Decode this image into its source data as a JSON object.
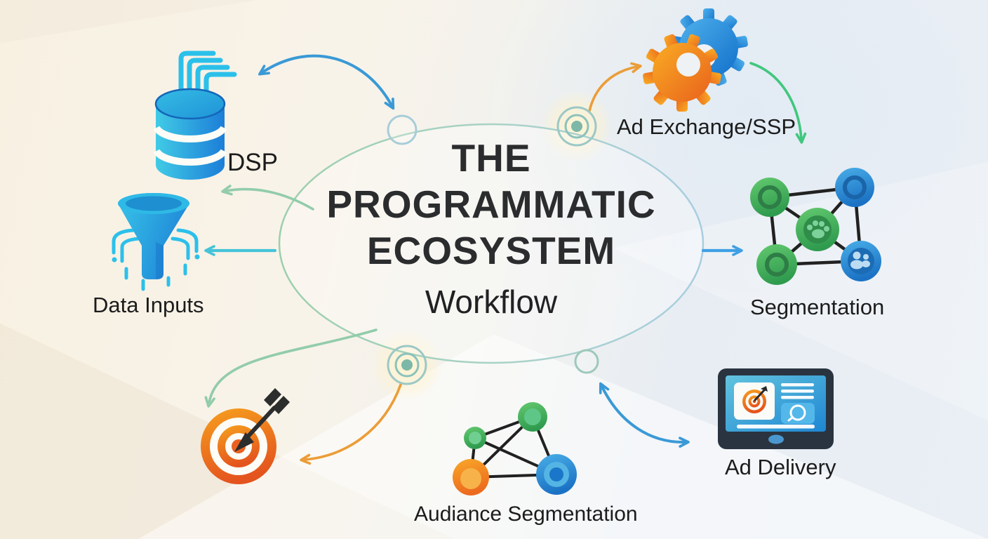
{
  "title": {
    "line1": "THE",
    "line2": "PROGRAMMATIC",
    "line3": "ECOSYSTEM",
    "subtitle": "Workflow"
  },
  "nodes": {
    "dsp": {
      "label": "DSP",
      "icon": "database-icon"
    },
    "data_inputs": {
      "label": "Data Inputs",
      "icon": "funnel-icon"
    },
    "ad_exchange": {
      "label": "Ad Exchange/SSP",
      "icon": "gears-icon"
    },
    "segmentation": {
      "label": "Segmentation",
      "icon": "network-nodes-icon"
    },
    "targeting": {
      "label": "",
      "icon": "target-arrow-icon"
    },
    "audience_segmentation": {
      "label": "Audiance Segmentation",
      "icon": "network-graph-icon"
    },
    "ad_delivery": {
      "label": "Ad Delivery",
      "icon": "tablet-ad-icon"
    }
  },
  "connections": [
    {
      "from": "workflow-ellipse-top-left-node",
      "to": "dsp",
      "style": "double-arrow",
      "color": "blue"
    },
    {
      "from": "workflow-ellipse-left",
      "to": "data_inputs",
      "style": "arrow",
      "color": "cyan"
    },
    {
      "from": "workflow-ellipse-left",
      "to": "dsp",
      "style": "arrow",
      "color": "soft-green"
    },
    {
      "from": "workflow-ellipse-top-right-node",
      "to": "ad_exchange",
      "style": "arrow",
      "color": "orange"
    },
    {
      "from": "ad_exchange",
      "to": "segmentation",
      "style": "arrow",
      "color": "green"
    },
    {
      "from": "workflow-ellipse-right",
      "to": "segmentation",
      "style": "arrow",
      "color": "blue"
    },
    {
      "from": "workflow-ellipse-bottom-left",
      "to": "targeting",
      "style": "arrow",
      "color": "soft-green"
    },
    {
      "from": "workflow-ellipse-bottom-left-node",
      "to": "targeting",
      "style": "arrow",
      "color": "orange"
    },
    {
      "from": "workflow-ellipse-bottom-right-node",
      "to": "ad_delivery",
      "style": "double-arrow",
      "color": "blue"
    }
  ],
  "colors": {
    "arrow_blue": "#3a99d6",
    "arrow_blue_bright": "#3fa0e4",
    "arrow_cyan": "#45c3d8",
    "arrow_green": "#41c77e",
    "arrow_soft_green": "#92ccab",
    "arrow_orange": "#eb9d38",
    "icon_blue": "#1c7ed8",
    "icon_cyan": "#3fcae6",
    "icon_orange": "#ec6a1e",
    "icon_green": "#2f9b4e",
    "net_line": "#212121",
    "title_text": "#2b2c2e",
    "label_text": "#1c1c1c",
    "bg_warm": "#f8f1e2",
    "bg_cool": "#e9eff5"
  }
}
